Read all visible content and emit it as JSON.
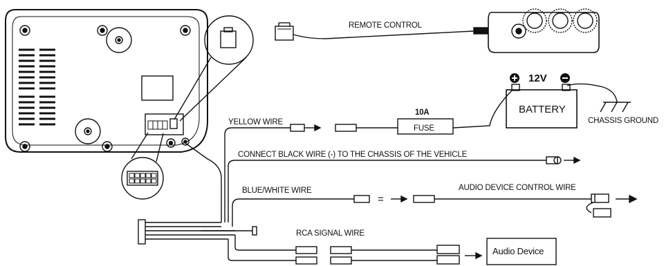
{
  "labels": {
    "remote_control": "REMOTE CONTROL",
    "voltage": "12V",
    "battery": "BATTERY",
    "chassis_ground": "CHASSIS GROUND",
    "fuse_rating": "10A",
    "fuse": "FUSE",
    "yellow_wire": "YELLOW WIRE",
    "black_wire": "CONNECT BLACK WIRE (-) TO THE CHASSIS OF THE VEHICLE",
    "blue_white_wire": "BLUE/WHITE WIRE",
    "equals": "=",
    "audio_device_control_wire": "AUDIO DEVICE CONTROL WIRE",
    "rca_signal_wire": "RCA SIGNAL WIRE",
    "audio_device": "Audio Device"
  },
  "battery_terminals": {
    "positive_icon": "plus-circle-icon",
    "negative_icon": "minus-circle-icon"
  },
  "colors": {
    "line": "#111111",
    "background": "#ffffff"
  }
}
